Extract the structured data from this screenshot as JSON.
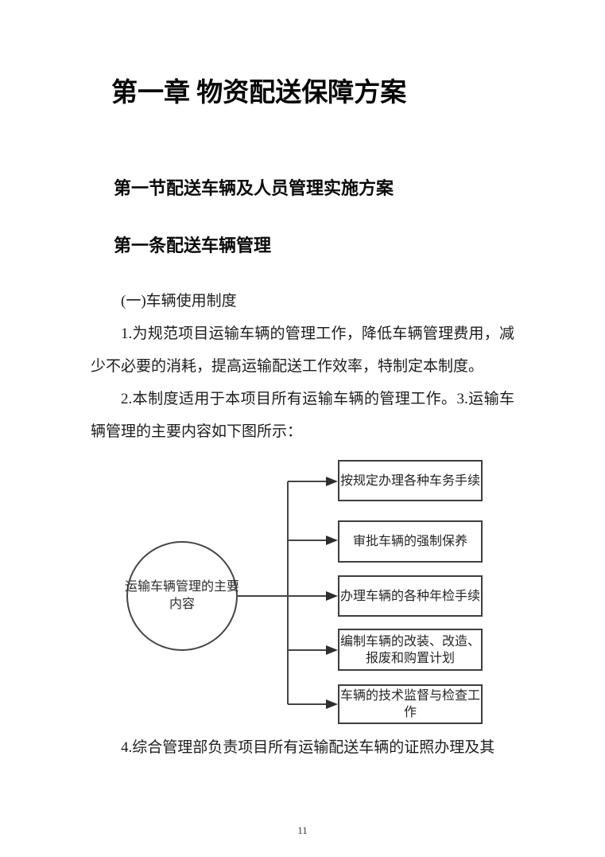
{
  "document": {
    "chapter_title": "第一章 物资配送保障方案",
    "section_heading": "第一节配送车辆及人员管理实施方案",
    "clause_heading": "第一条配送车辆管理",
    "paragraphs": [
      "(一)车辆使用制度",
      "1.为规范项目运输车辆的管理工作，降低车辆管理费用，减少不必要的消耗，提高运输配送工作效率，特制定本制度。",
      "2.本制度适用于本项目所有运输车辆的管理工作。3.运输车辆管理的主要内容如下图所示：",
      "4.综合管理部负责项目所有运输配送车辆的证照办理及其"
    ],
    "page_number": "11"
  },
  "diagram": {
    "center_node_label": "运输车辆管理的主要内容",
    "box_labels": [
      "按规定办理各种车务手续",
      "审批车辆的强制保养",
      "办理车辆的各种年检手续",
      "编制车辆的改装、改造、报废和购置计划",
      "车辆的技术监督与检查工作"
    ],
    "line_color": "#454545"
  },
  "colors": {
    "text": "#1d1d1d",
    "heading": "#0a0a0a",
    "background": "#ffffff"
  }
}
